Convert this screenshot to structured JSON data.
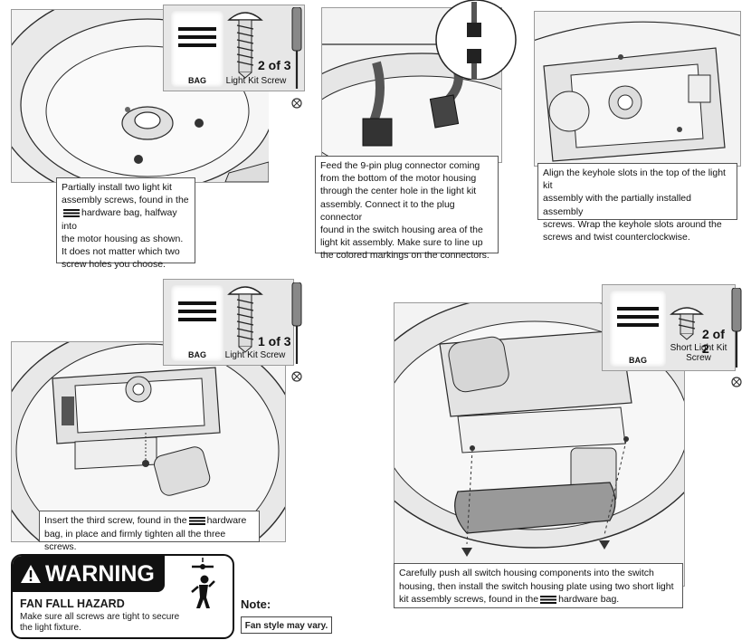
{
  "steps": {
    "step1": {
      "caption_lines": [
        "Partially install two light kit",
        "assembly screws, found in the",
        "hardware bag, halfway into",
        "the motor housing as shown.",
        "It does not matter which two",
        "screw holes you choose."
      ],
      "hardware": {
        "bag_label": "BAG",
        "count": "2 of 3",
        "screw_name": "Light Kit Screw"
      }
    },
    "step2": {
      "caption_lines": [
        "Feed the 9-pin plug connector coming",
        "from the bottom of the motor housing",
        "through the center hole in the light kit",
        "assembly. Connect it to the plug connector",
        "found in the switch housing area of the",
        "light kit assembly. Make sure to line up",
        "the colored markings on the connectors."
      ]
    },
    "step3": {
      "caption_lines": [
        "Align the keyhole slots in the top of the light kit",
        "assembly with the partially installed assembly",
        "screws. Wrap the keyhole slots around the",
        "screws and twist counterclockwise."
      ]
    },
    "step4": {
      "caption_line1_before": "Insert the third screw, found in the",
      "caption_line1_after": "hardware",
      "caption_line2": "bag, in place and firmly tighten all the three screws.",
      "hardware": {
        "bag_label": "BAG",
        "count": "1 of 3",
        "screw_name": "Light Kit Screw"
      }
    },
    "step5": {
      "caption_line1": "Carefully push all switch housing components into the switch",
      "caption_line2": "housing, then install the switch housing plate using two short light",
      "caption_line3_before": "kit assembly screws, found in the",
      "caption_line3_after": "hardware bag.",
      "hardware": {
        "bag_label": "BAG",
        "count": "2 of 2",
        "screw_name_line1": "Short Light Kit",
        "screw_name_line2": "Screw"
      }
    }
  },
  "step1_mid": "hardware bag, halfway into",
  "warning": {
    "title": "WARNING",
    "hazard": "FAN FALL HAZARD",
    "text_line1": "Make sure all screws are tight to secure",
    "text_line2": "the light fixture."
  },
  "note": {
    "label": "Note:",
    "text": "Fan style may vary."
  },
  "colors": {
    "line_art": "#2a2a2a",
    "panel_bg": "#f3f3f3",
    "hardware_bg": "#e7e7e7",
    "warning_black": "#111111"
  },
  "icons": [
    "screwdriver-icon",
    "screw-icon",
    "hardware-bag-icon",
    "warning-triangle-icon",
    "falling-fan-icon"
  ]
}
